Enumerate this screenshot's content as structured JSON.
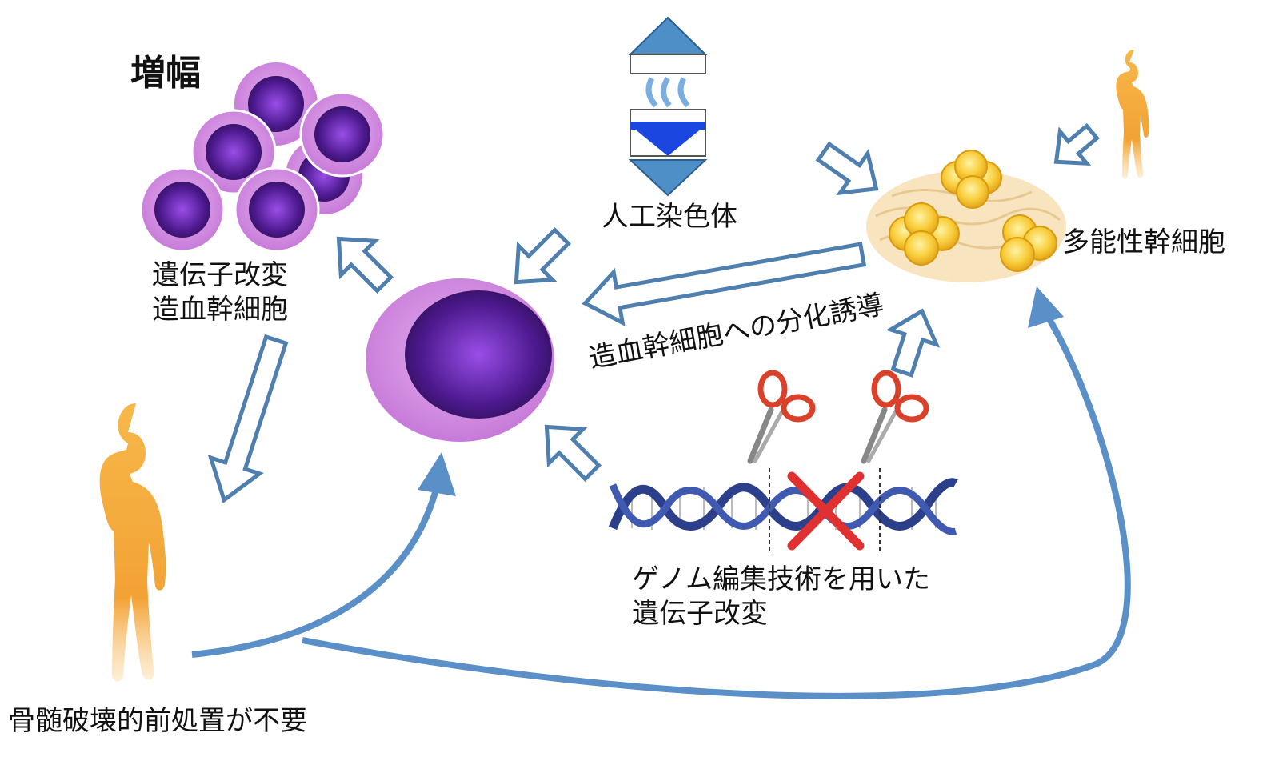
{
  "labels": {
    "amplification": "増幅",
    "modified_hsc_line1": "遺伝子改変",
    "modified_hsc_line2": "造血幹細胞",
    "artificial_chromosome": "人工染色体",
    "pluripotent_stem_cell": "多能性幹細胞",
    "differentiation": "造血幹細胞への分化誘導",
    "genome_editing_line1": "ゲノム編集技術を用いた",
    "genome_editing_line2": "遺伝子改変",
    "no_pretreatment": "骨髄破壊的前処置が不要"
  },
  "colors": {
    "arrow_outline": "#4f7fae",
    "curve_arrow": "#5b8fc7",
    "cell_membrane": "#cf8fe0",
    "cell_nucleus": "#5a1fa0",
    "stem_cell_yellow": "#f7c531",
    "human_orange": "#f2a030",
    "scissors_red": "#d9412a",
    "cross_red": "#e03030",
    "chromosome_blue": "#2050e0"
  },
  "icons": [
    "human-figure-icon",
    "scissors-icon",
    "dna-helix-icon",
    "chromosome-icon",
    "cell-cluster-icon"
  ]
}
